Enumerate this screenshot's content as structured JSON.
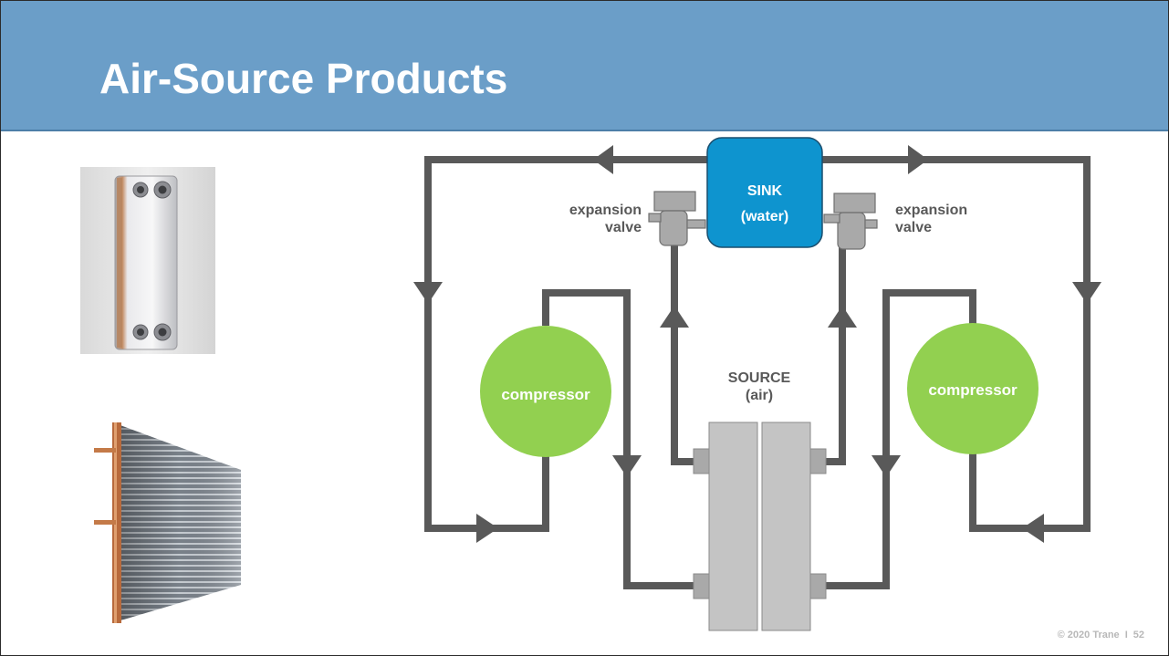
{
  "slide": {
    "title": "Air-Source Products",
    "footer": {
      "copyright": "© 2020 Trane",
      "separator": "I",
      "page_number": "52"
    }
  },
  "images": [
    {
      "name": "brazed-plate-heat-exchanger-photo"
    },
    {
      "name": "finned-tube-coil-photo"
    }
  ],
  "diagram": {
    "sink": {
      "line1": "SINK",
      "line2": "(water)",
      "fill": "#0e94cf"
    },
    "source": {
      "line1": "SOURCE",
      "line2": "(air)",
      "fill": "#c4c4c4"
    },
    "compressors": [
      {
        "label": "compressor",
        "fill": "#92d050"
      },
      {
        "label": "compressor",
        "fill": "#92d050"
      }
    ],
    "valves": [
      {
        "line1": "expansion",
        "line2": "valve"
      },
      {
        "line1": "expansion",
        "line2": "valve"
      }
    ],
    "pipe_color": "#595959",
    "text_color": "#595959"
  }
}
